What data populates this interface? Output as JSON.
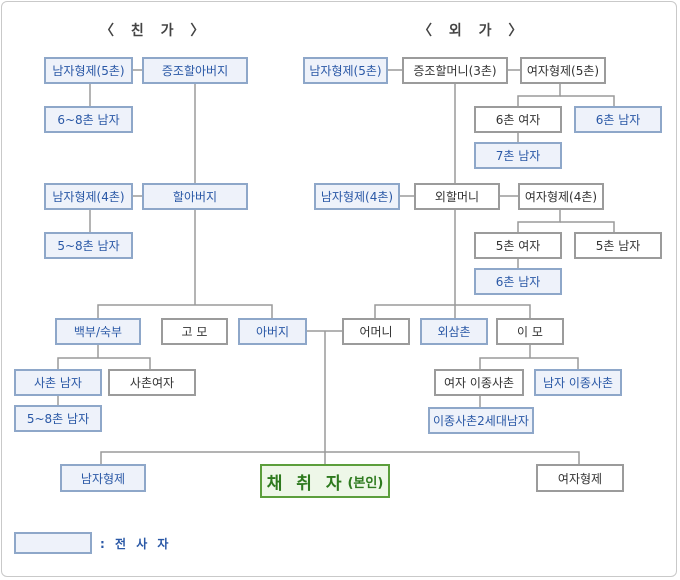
{
  "headings": {
    "paternal": "〈 친  가 〉",
    "maternal": "〈 외  가 〉"
  },
  "paternal": {
    "male_sibling_5": "남자형제(5촌)",
    "great_grandfather": "증조할아버지",
    "male_6_8": "6~8촌 남자",
    "male_sibling_4": "남자형제(4촌)",
    "grandfather": "할아버지",
    "male_5_8": "5~8촌 남자",
    "uncle": "백부/숙부",
    "aunt": "고  모",
    "father": "아버지",
    "cousin_male": "사촌 남자",
    "cousin_female": "사촌여자",
    "male_5_8_b": "5~8촌 남자"
  },
  "maternal": {
    "male_sibling_5": "남자형제(5촌)",
    "great_grandmother": "증조할머니(3촌)",
    "female_sibling_5": "여자형제(5촌)",
    "female_6": "6촌 여자",
    "male_6": "6촌 남자",
    "male_7": "7촌 남자",
    "male_sibling_4": "남자형제(4촌)",
    "grandmother": "외할머니",
    "female_sibling_4": "여자형제(4촌)",
    "female_5": "5촌 여자",
    "male_5": "5촌 남자",
    "male_6b": "6촌 남자",
    "mother": "어머니",
    "maternal_uncle": "외삼촌",
    "maternal_aunt": "이  모",
    "female_cousin": "여자 이종사촌",
    "male_cousin": "남자 이종사촌",
    "cousin_child": "이종사촌2세대남자"
  },
  "self": {
    "name": "채 취 자",
    "suffix": "(본인)",
    "brothers": "남자형제",
    "sisters": "여자형제"
  },
  "legend": {
    "text": ": 전 사 자"
  },
  "colors": {
    "highlight_fill": "#eef2fa",
    "highlight_border": "#8ea7c9",
    "highlight_text": "#2a58a6",
    "self_border": "#5c9e3c"
  }
}
